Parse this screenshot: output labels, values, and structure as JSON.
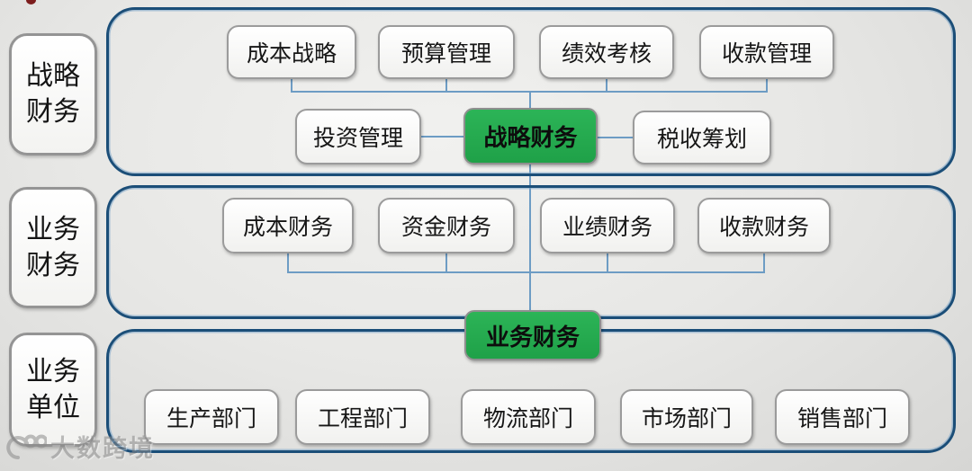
{
  "palette": {
    "section_border": "#1b4e78",
    "connector_line": "#6d9cc4",
    "green_node_fill": "#23ab4f",
    "node_border": "#9b9b9b",
    "background": "#e5e5e3"
  },
  "side_labels": {
    "strategic": {
      "line1": "战略",
      "line2": "财务"
    },
    "business_finance": {
      "line1": "业务",
      "line2": "财务"
    },
    "business_unit": {
      "line1": "业务",
      "line2": "单位"
    }
  },
  "strategic_section": {
    "top_row": [
      "成本战略",
      "预算管理",
      "绩效考核",
      "收款管理"
    ],
    "left_node": "投资管理",
    "center_node": "战略财务",
    "right_node": "税收筹划"
  },
  "business_finance_section": {
    "row": [
      "成本财务",
      "资金财务",
      "业绩财务",
      "收款财务"
    ]
  },
  "hub_node": "业务财务",
  "business_unit_section": {
    "row": [
      "生产部门",
      "工程部门",
      "物流部门",
      "市场部门",
      "销售部门"
    ]
  },
  "watermark": {
    "text": "大数跨境"
  }
}
